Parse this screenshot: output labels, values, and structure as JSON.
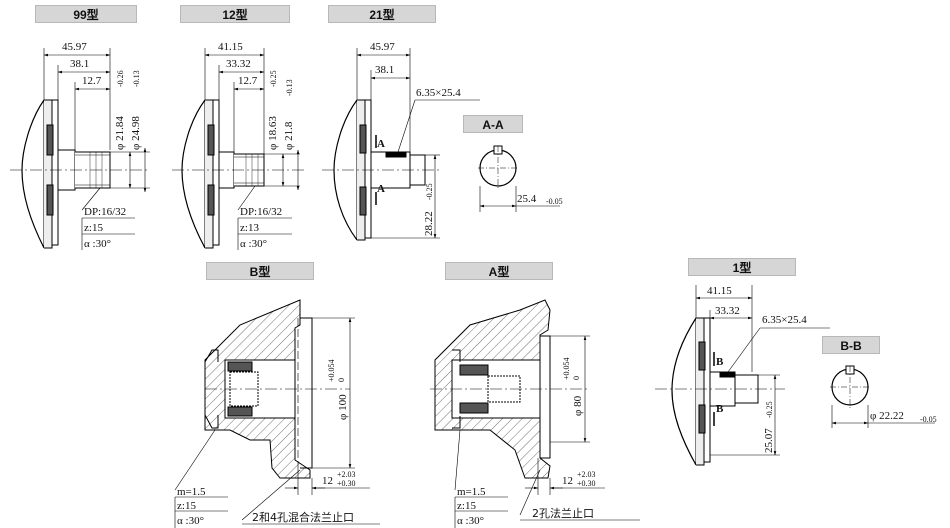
{
  "labels": {
    "t99": "99型",
    "t12": "12型",
    "t21": "21型",
    "tAA": "A-A",
    "tB": "B型",
    "tA": "A型",
    "t1": "1型",
    "tBB": "B-B"
  },
  "v99": {
    "d1": "45.97",
    "d2": "38.1",
    "d3": "12.7",
    "phi1": "φ 21.84",
    "phi1_tol": "-0.26",
    "phi2": "φ 24.98",
    "phi2_tol": "-0.13",
    "spec1": "DP:16/32",
    "spec2": "z:15",
    "spec3": "α :30°"
  },
  "v12": {
    "d1": "41.15",
    "d2": "33.32",
    "d3": "12.7",
    "phi1": "φ 18.63",
    "phi1_tol": "-0.25",
    "phi2": "φ 21.8",
    "phi2_tol": "-0.13",
    "spec1": "DP:16/32",
    "spec2": "z:13",
    "spec3": "α :30°"
  },
  "v21": {
    "d1": "45.97",
    "d2": "38.1",
    "key": "6.35×25.4",
    "sec": "A",
    "h": "28.22",
    "h_tol": "-0.25",
    "w": "25.4",
    "w_tol": "-0.05"
  },
  "vB": {
    "phi": "φ 100",
    "phi_up": "+0.054",
    "phi_lo": "0",
    "len": "12",
    "len_up": "+2.03",
    "len_lo": "+0.30",
    "spec1": "m=1.5",
    "spec2": "z:15",
    "spec3": "α :30°",
    "note": "2和4孔混合法兰止口"
  },
  "vA": {
    "phi": "φ 80",
    "phi_up": "+0.054",
    "phi_lo": "0",
    "len": "12",
    "len_up": "+2.03",
    "len_lo": "+0.30",
    "spec1": "m=1.5",
    "spec2": "z:15",
    "spec3": "α :30°",
    "note": "2孔法兰止口"
  },
  "v1": {
    "d1": "41.15",
    "d2": "33.32",
    "key": "6.35×25.4",
    "sec": "B",
    "h": "25.07",
    "h_tol": "-0.25",
    "w": "φ 22.22",
    "w_tol": "-0.05"
  }
}
